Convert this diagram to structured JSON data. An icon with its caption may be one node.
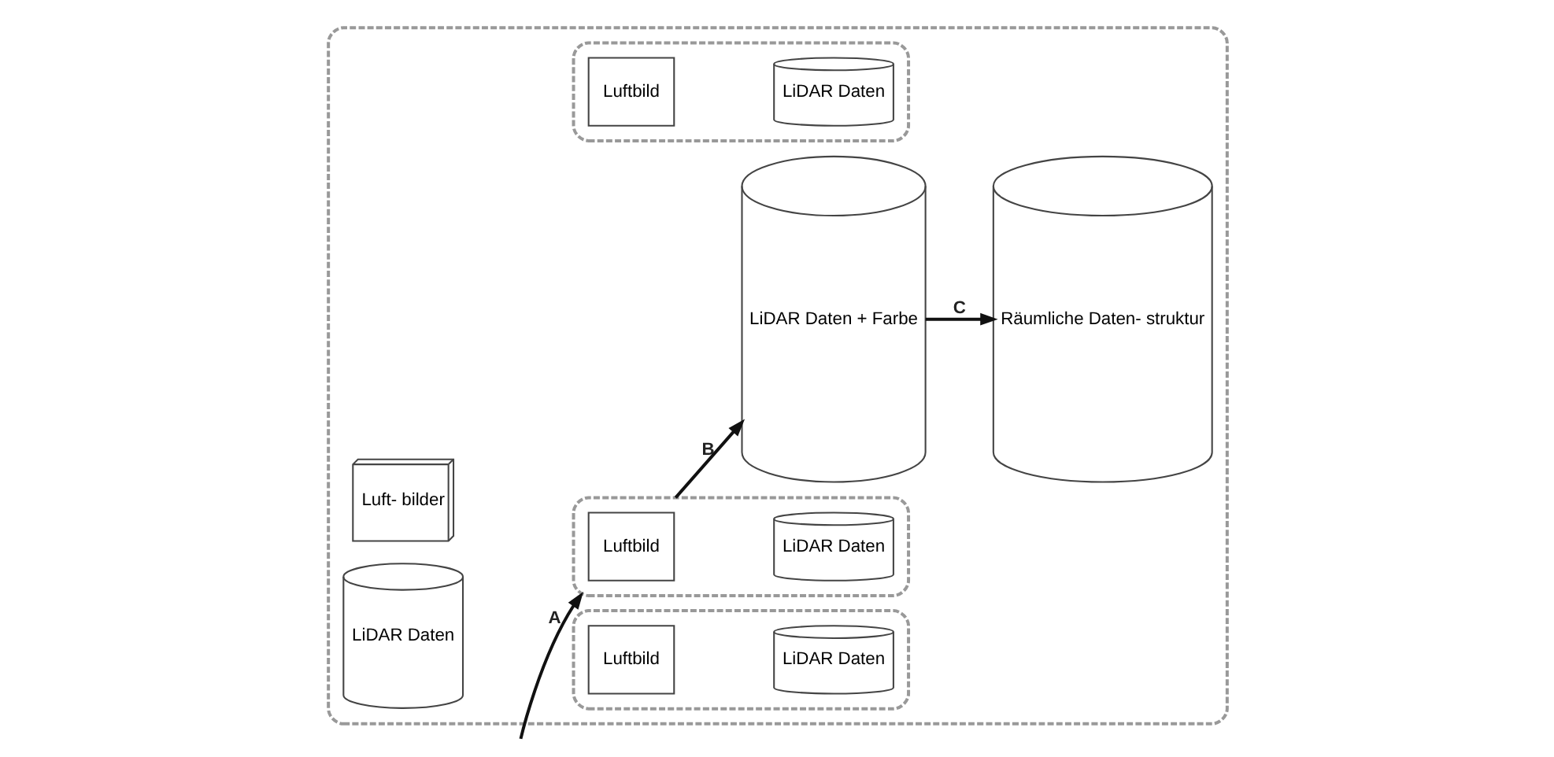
{
  "diagram": {
    "nodes": [
      {
        "text": [],
        "shape": "box"
      },
      {
        "text": [
          "Luft- bilder"
        ],
        "in": 0
      },
      {
        "text": [
          "LiDAR Daten"
        ],
        "in": 0
      },
      {
        "text": [],
        "shape": "box",
        "in": 0
      },
      {
        "text": [
          "Luftbild"
        ],
        "in": 3
      },
      {
        "text": [
          "LiDAR Daten"
        ],
        "in": 3
      },
      {
        "text": [],
        "shape": "box",
        "in": 0
      },
      {
        "text": [
          "Luftbild"
        ],
        "in": 6
      },
      {
        "text": [
          "LiDAR Daten"
        ],
        "in": 6
      },
      {
        "text": [],
        "shape": "box",
        "in": 0
      },
      {
        "text": [
          "Luftbild"
        ],
        "in": 9
      },
      {
        "text": [
          "LiDAR Daten"
        ],
        "in": 9
      },
      {
        "text": [
          "LiDAR Daten + Farbe"
        ],
        "in": 0
      },
      {
        "text": [
          "Räumliche Daten- struktur"
        ],
        "in": 0
      }
    ],
    "edges": [
      {
        "from": null,
        "to": 6,
        "arrow": "to",
        "label": "A"
      },
      {
        "from": 6,
        "to": 12,
        "arrow": "to",
        "label": "B"
      },
      {
        "from": 12,
        "to": 13,
        "arrow": "to",
        "label": "C"
      }
    ]
  }
}
